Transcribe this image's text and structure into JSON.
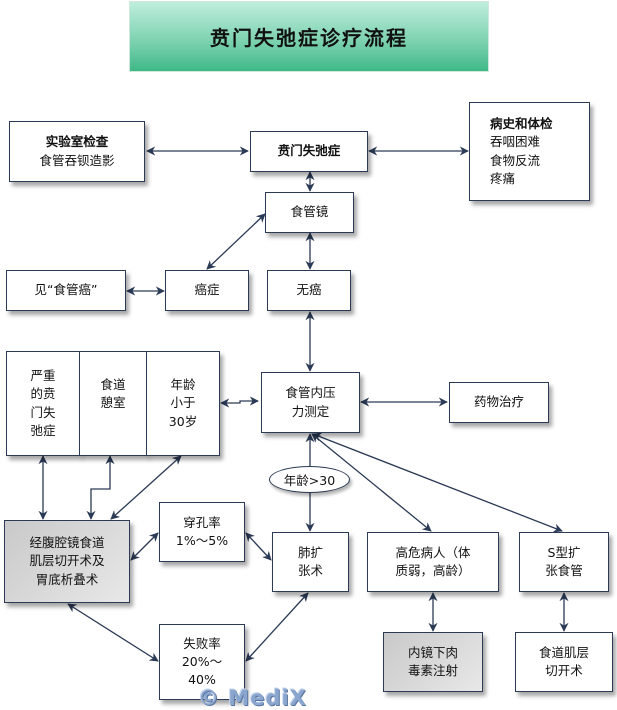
{
  "title": "贲门失弛症诊疗流程",
  "nodes": {
    "main": "贲门失弛症",
    "lab_title": "实验室检查",
    "lab_detail": "食管吞钡造影",
    "history_title": "病史和体检",
    "history_items": [
      "吞咽困难",
      "食物反流",
      "疼痛"
    ],
    "endoscopy": "食管镜",
    "see_cancer": "见“食管癌”",
    "cancer": "癌症",
    "no_cancer": "无癌",
    "severe": [
      "严重",
      "的贲",
      "门失",
      "弛症"
    ],
    "diverticulum": [
      "食道",
      "憩室"
    ],
    "age_under": [
      "年龄",
      "小于",
      "30岁"
    ],
    "manometry": [
      "食管内压",
      "力测定"
    ],
    "drug": "药物治疗",
    "age_over": "年龄>30",
    "laparoscopic": [
      "经腹腔镜食道",
      "肌层切开术及",
      "胃底析叠术"
    ],
    "perforation": [
      "穿孔率",
      "1%～5%"
    ],
    "dilation": [
      "肺扩",
      "张术"
    ],
    "high_risk": [
      "高危病人（体",
      "质弱，高龄）"
    ],
    "s_dilation": [
      "S型扩",
      "张食管"
    ],
    "botox": [
      "内镜下肉",
      "毒素注射"
    ],
    "myotomy": [
      "食道肌层",
      "切开术"
    ],
    "failure": [
      "失败率",
      "20%～",
      "40%"
    ]
  },
  "watermark": "© MediX",
  "colors": {
    "line": "#2b3a55",
    "banner_top": "#bfeedd",
    "banner_bottom": "#3fb888"
  }
}
